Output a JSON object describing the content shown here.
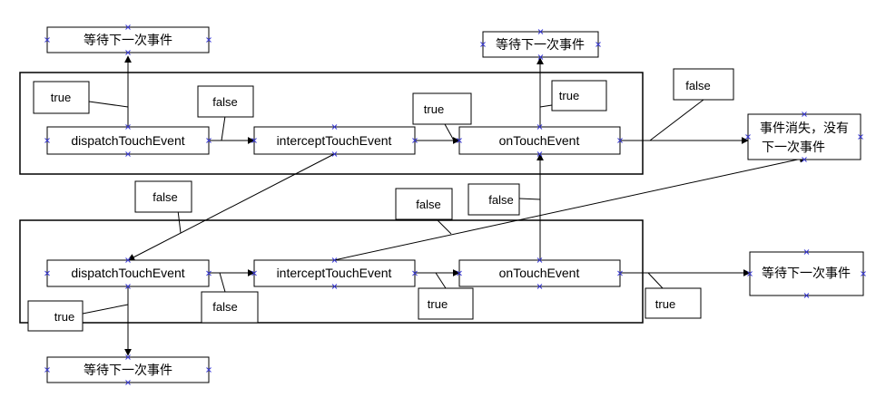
{
  "nodes": {
    "wait_top_left": "等待下一次事件",
    "wait_top_right": "等待下一次事件",
    "event_vanish_line1": "事件消失，没有",
    "event_vanish_line2": "下一次事件",
    "wait_right_bottom": "等待下一次事件",
    "wait_bottom_left": "等待下一次事件",
    "dispatch_top": "dispatchTouchEvent",
    "intercept_top": "interceptTouchEvent",
    "ontouch_top": "onTouchEvent",
    "dispatch_bottom": "dispatchTouchEvent",
    "intercept_bottom": "interceptTouchEvent",
    "ontouch_bottom": "onTouchEvent"
  },
  "labels": {
    "true_dispatch_top": "true",
    "false_dispatch_top": "false",
    "true_intercept_top": "true",
    "true_ontouch_top": "true",
    "false_ontouch_top": "false",
    "false_intercept_down": "false",
    "false_intercept_bottom": "false",
    "false_ontouch_bottom": "false",
    "true_dispatch_bottom": "true",
    "false_dispatch_bottom": "false",
    "true_intercept_bottom": "true",
    "true_ontouch_bottom": "true"
  },
  "colors": {
    "stroke": "#000000",
    "handle": "#3b3bd6"
  }
}
